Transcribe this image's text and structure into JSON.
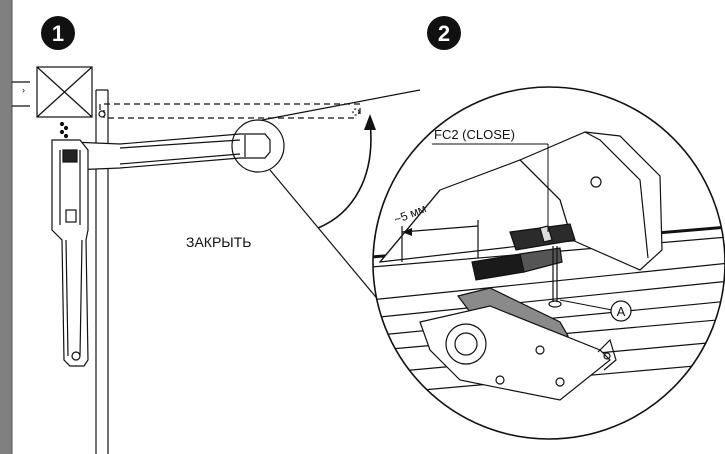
{
  "steps": [
    {
      "number": "1"
    },
    {
      "number": "2"
    }
  ],
  "labels": {
    "close_action": "ЗАКРЫТЬ",
    "limit_switch": "FC2 (CLOSE)",
    "distance": "~5 мм",
    "marker_a": "A"
  },
  "colors": {
    "side_bar": "#808080",
    "line": "#111111",
    "dark_part": "#2b2b2b",
    "grey_part": "#8a8a8a"
  }
}
